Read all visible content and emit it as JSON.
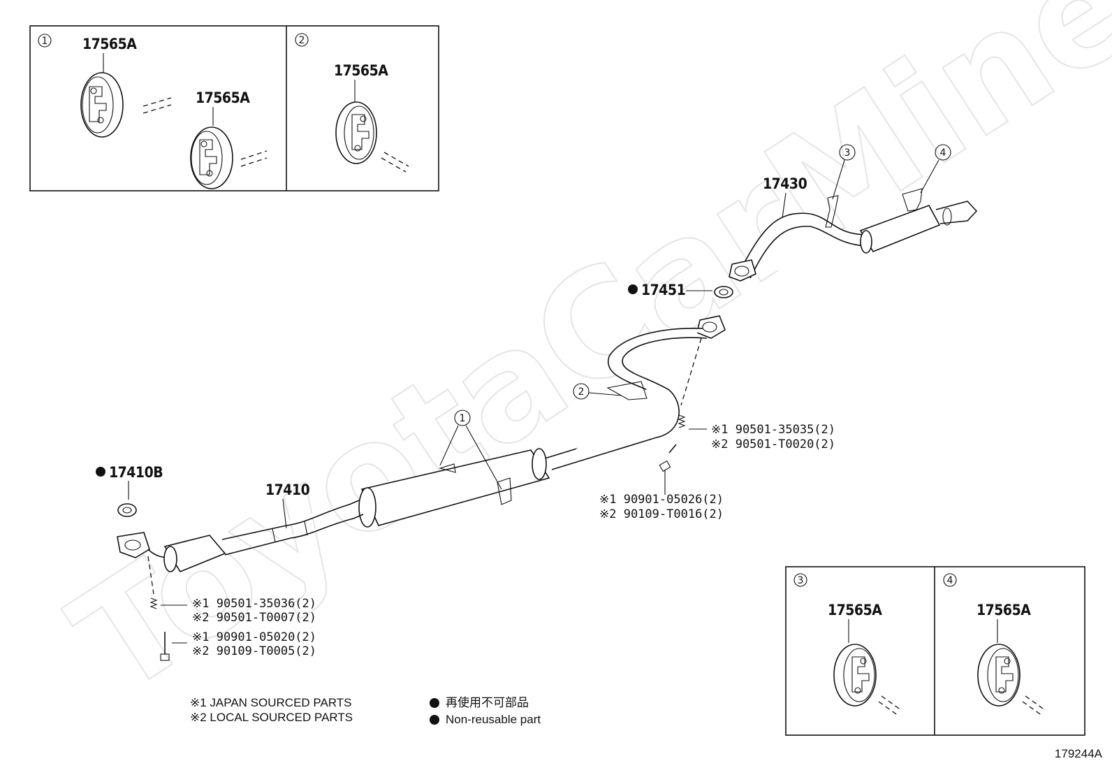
{
  "watermark": "ToyotaCarMine.ru",
  "insets": [
    {
      "callout": "1",
      "parts": [
        "17565A",
        "17565A"
      ]
    },
    {
      "callout": "2",
      "parts": [
        "17565A"
      ]
    },
    {
      "callout": "3",
      "parts": [
        "17565A"
      ]
    },
    {
      "callout": "4",
      "parts": [
        "17565A"
      ]
    }
  ],
  "parts": {
    "tail_pipe": "17430",
    "gasket_mid": "17451",
    "gasket_front": "17410B",
    "front_pipe": "17410"
  },
  "callouts": {
    "c1": "1",
    "c2": "2",
    "c3": "3",
    "c4": "4"
  },
  "bolt_notes": {
    "rear_spring": [
      "※1  90501-35035(2)",
      "※2  90501-T0020(2)"
    ],
    "rear_bolt": [
      "※1  90901-05026(2)",
      "※2  90109-T0016(2)"
    ],
    "front_spring": [
      "※1  90501-35036(2)",
      "※2  90501-T0007(2)"
    ],
    "front_bolt": [
      "※1  90901-05020(2)",
      "※2  90109-T0005(2)"
    ]
  },
  "legend": {
    "source_notes": [
      "※1 JAPAN SOURCED PARTS",
      "※2 LOCAL SOURCED PARTS"
    ],
    "symbol_notes": [
      "再使用不可部品",
      "Non-reusable part"
    ]
  },
  "diagram_id": "179244A",
  "colors": {
    "ink": "#111111",
    "watermark": "#e4e4e4",
    "background": "#ffffff"
  }
}
